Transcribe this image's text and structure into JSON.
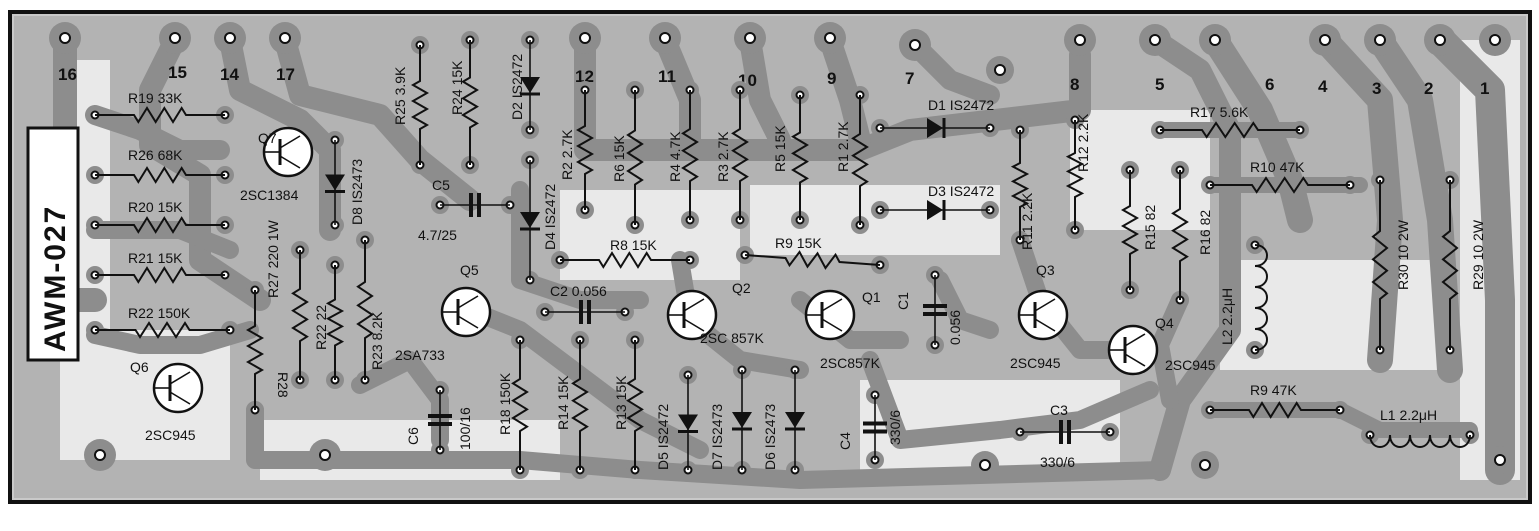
{
  "board": {
    "title": "AWM-027",
    "connectors": [
      "16",
      "15",
      "14",
      "17",
      "12",
      "11",
      "10",
      "9",
      "7",
      "8",
      "5",
      "6",
      "4",
      "3",
      "2",
      "1"
    ]
  },
  "resistors": [
    {
      "id": "R19",
      "label": "R19 33K"
    },
    {
      "id": "R26",
      "label": "R26 68K"
    },
    {
      "id": "R20",
      "label": "R20 15K"
    },
    {
      "id": "R21",
      "label": "R21 15K"
    },
    {
      "id": "R22",
      "label": "R22 150K"
    },
    {
      "id": "R28",
      "label": "R28"
    },
    {
      "id": "R27",
      "label": "R27 220 1W"
    },
    {
      "id": "R22b",
      "label": "R22 22"
    },
    {
      "id": "R23",
      "label": "R23 8.2K"
    },
    {
      "id": "R25",
      "label": "R25 3.9K"
    },
    {
      "id": "R24",
      "label": "R24 15K"
    },
    {
      "id": "R18",
      "label": "R18 150K"
    },
    {
      "id": "R14",
      "label": "R14 15K"
    },
    {
      "id": "R13",
      "label": "R13 15K"
    },
    {
      "id": "R2",
      "label": "R2 2.7K"
    },
    {
      "id": "R6",
      "label": "R6 15K"
    },
    {
      "id": "R4",
      "label": "R4 4.7K"
    },
    {
      "id": "R3",
      "label": "R3 2.7K"
    },
    {
      "id": "R5",
      "label": "R5 15K"
    },
    {
      "id": "R1",
      "label": "R1 2.7K"
    },
    {
      "id": "R8",
      "label": "R8 15K"
    },
    {
      "id": "R9",
      "label": "R9 15K"
    },
    {
      "id": "R11",
      "label": "R11 2.2K"
    },
    {
      "id": "R12",
      "label": "R12 2.2K"
    },
    {
      "id": "R17",
      "label": "R17 5.6K"
    },
    {
      "id": "R10",
      "label": "R10 47K"
    },
    {
      "id": "R15",
      "label": "R15 82"
    },
    {
      "id": "R16",
      "label": "R16 82"
    },
    {
      "id": "R30",
      "label": "R30 10 2W"
    },
    {
      "id": "R29",
      "label": "R29 10 2W"
    },
    {
      "id": "R9b",
      "label": "R9 47K"
    }
  ],
  "diodes": [
    {
      "id": "D8",
      "label": "D8 IS2473"
    },
    {
      "id": "D2",
      "label": "D2 IS2472"
    },
    {
      "id": "D4",
      "label": "D4 IS2472"
    },
    {
      "id": "D1",
      "label": "D1 IS2472"
    },
    {
      "id": "D3",
      "label": "D3 IS2472"
    },
    {
      "id": "D5",
      "label": "D5 IS2472"
    },
    {
      "id": "D7",
      "label": "D7 IS2473"
    },
    {
      "id": "D6",
      "label": "D6 IS2473"
    }
  ],
  "transistors": [
    {
      "id": "Q7",
      "label": "Q7",
      "part": "2SC1384"
    },
    {
      "id": "Q5",
      "label": "Q5",
      "part": "2SA733"
    },
    {
      "id": "Q6",
      "label": "Q6",
      "part": "2SC945"
    },
    {
      "id": "Q2",
      "label": "Q2",
      "part": "2SC 857K"
    },
    {
      "id": "Q1",
      "label": "Q1",
      "part": "2SC857K"
    },
    {
      "id": "Q3",
      "label": "Q3",
      "part": "2SC945"
    },
    {
      "id": "Q4",
      "label": "Q4",
      "part": "2SC945"
    }
  ],
  "capacitors": [
    {
      "id": "C5",
      "label": "C5",
      "value": "4.7/25"
    },
    {
      "id": "C2",
      "label": "C2 0.056"
    },
    {
      "id": "C1",
      "label": "C1",
      "value": "0.056"
    },
    {
      "id": "C6",
      "label": "C6",
      "value": "100/16"
    },
    {
      "id": "C4",
      "label": "C4",
      "value": "330/6"
    },
    {
      "id": "C3",
      "label": "C3",
      "value": "330/6"
    }
  ],
  "inductors": [
    {
      "id": "L2",
      "label": "L2 2.2μH"
    },
    {
      "id": "L1",
      "label": "L1 2.2μH"
    }
  ]
}
